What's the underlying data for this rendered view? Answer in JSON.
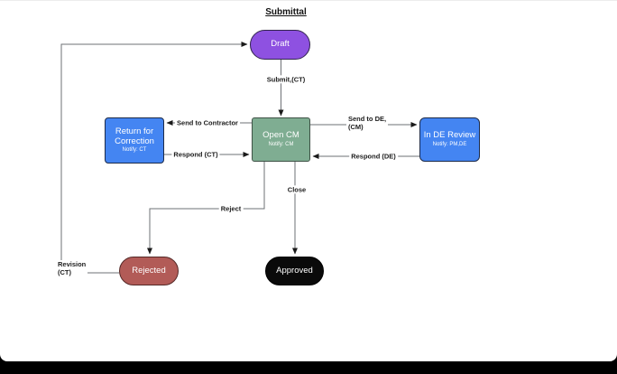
{
  "title": "Submittal",
  "nodes": {
    "draft": {
      "label": "Draft",
      "fill": "#8E51E1",
      "shape": "pill"
    },
    "open_cm": {
      "label": "Open CM",
      "sublabel": "Notify: CM",
      "fill": "#7FAD92",
      "shape": "rectangle"
    },
    "return_for_correction": {
      "label": "Return for Correction",
      "sublabel": "Notify: CT",
      "fill": "#4485F2",
      "shape": "rectangle"
    },
    "in_de_review": {
      "label": "In DE Review",
      "sublabel": "Notify: PM,DE",
      "fill": "#4485F2",
      "shape": "rectangle"
    },
    "rejected": {
      "label": "Rejected",
      "fill": "#B25B57",
      "shape": "pill"
    },
    "approved": {
      "label": "Approved",
      "fill": "#0A0A0A",
      "shape": "pill"
    }
  },
  "edges": {
    "submit": {
      "label": "Submit,(CT)",
      "from": "draft",
      "to": "open_cm"
    },
    "send_to_contractor": {
      "label": "Send to Contractor",
      "from": "open_cm",
      "to": "return_for_correction"
    },
    "respond_ct": {
      "label": "Respond (CT)",
      "from": "return_for_correction",
      "to": "open_cm"
    },
    "send_to_de": {
      "label": "Send to DE,\n(CM)",
      "from": "open_cm",
      "to": "in_de_review"
    },
    "respond_de": {
      "label": "Respond (DE)",
      "from": "in_de_review",
      "to": "open_cm"
    },
    "close": {
      "label": "Close",
      "from": "open_cm",
      "to": "approved"
    },
    "reject": {
      "label": "Reject",
      "from": "open_cm",
      "to": "rejected"
    },
    "revision": {
      "label": "Revision\n(CT)",
      "from": "rejected",
      "to": "draft"
    }
  },
  "colors": {
    "canvas": "#FFFFFF",
    "connector": "#6E7176",
    "arrowhead": "#1A1A1A",
    "edge_label_text": "#1C1C1C",
    "footer_bar": "#000000"
  }
}
